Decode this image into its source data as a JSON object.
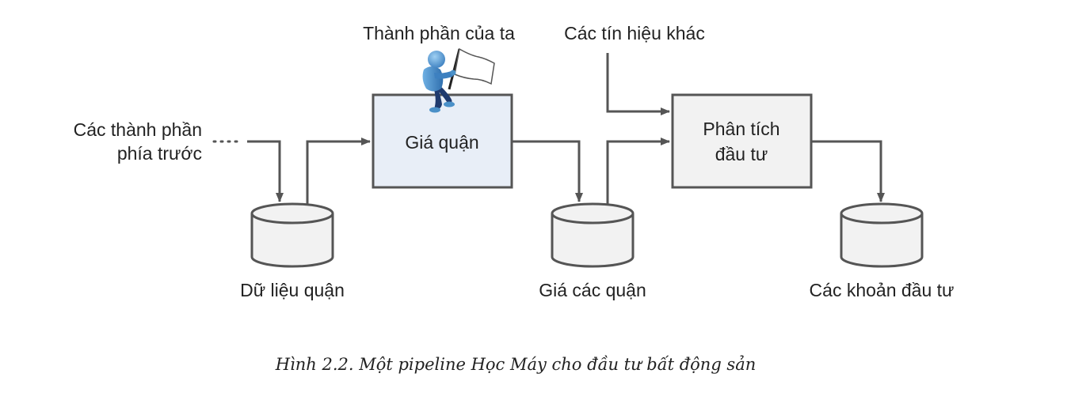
{
  "nodes": {
    "upstream": {
      "line1": "Các thành phần",
      "line2": "phía trước"
    },
    "district_data": {
      "label": "Dữ liệu quận"
    },
    "district_pricing": {
      "label": "Giá quận"
    },
    "our_component": {
      "label": "Thành phần của ta"
    },
    "district_prices": {
      "label": "Giá các quận"
    },
    "other_signals": {
      "label": "Các tín hiệu khác"
    },
    "investment_analysis": {
      "line1": "Phân tích",
      "line2": "đầu tư"
    },
    "investments": {
      "label": "Các khoản đầu tư"
    }
  },
  "caption": "Hình 2.2. Một pipeline Học Máy cho đầu tư bất động sản",
  "colors": {
    "district_pricing_fill": "#e8eef7",
    "investment_analysis_fill": "#f2f2f2",
    "database_fill": "#f2f2f2",
    "edge": "#555555",
    "figure_blue": "#4a90c8",
    "figure_dark": "#1f3a6e"
  }
}
